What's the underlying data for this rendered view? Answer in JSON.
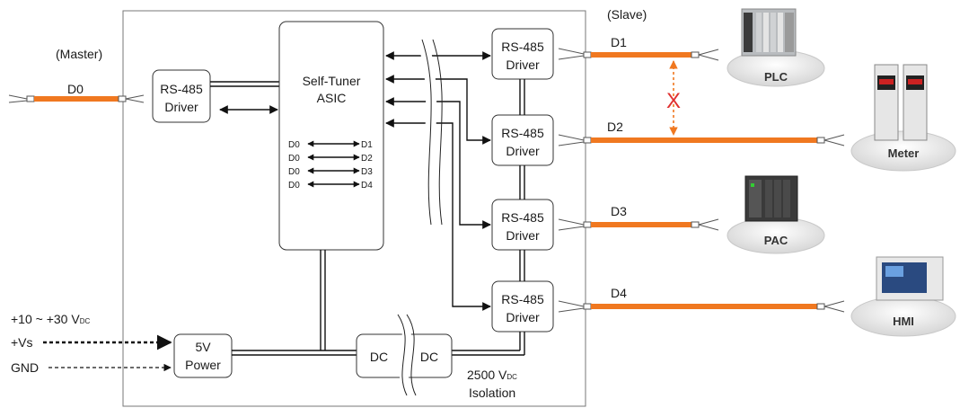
{
  "master": {
    "label": "(Master)",
    "cable": "D0"
  },
  "slave": {
    "label": "(Slave)"
  },
  "driver_in": {
    "line1": "RS-485",
    "line2": "Driver"
  },
  "asic": {
    "line1": "Self-Tuner",
    "line2": "ASIC"
  },
  "mapping": [
    {
      "from": "D0",
      "to": "D1"
    },
    {
      "from": "D0",
      "to": "D2"
    },
    {
      "from": "D0",
      "to": "D3"
    },
    {
      "from": "D0",
      "to": "D4"
    }
  ],
  "drivers_out": [
    {
      "line1": "RS-485",
      "line2": "Driver"
    },
    {
      "line1": "RS-485",
      "line2": "Driver"
    },
    {
      "line1": "RS-485",
      "line2": "Driver"
    },
    {
      "line1": "RS-485",
      "line2": "Driver"
    }
  ],
  "cables_out": [
    "D1",
    "D2",
    "D3",
    "D4"
  ],
  "devices": [
    "PLC",
    "Meter",
    "PAC",
    "HMI"
  ],
  "blocked_mark": "X",
  "power": {
    "voltage_range": "+10 ~ +30 V",
    "voltage_sub": "DC",
    "vs_label": "+Vs",
    "gnd_label": "GND",
    "block_line1": "5V",
    "block_line2": "Power"
  },
  "dcdc": {
    "left": "DC",
    "right": "DC"
  },
  "isolation": {
    "line1": "2500 V",
    "line1_sub": "DC",
    "line2": "Isolation"
  },
  "colors": {
    "cable": "#f07820",
    "cross": "#e03030"
  }
}
